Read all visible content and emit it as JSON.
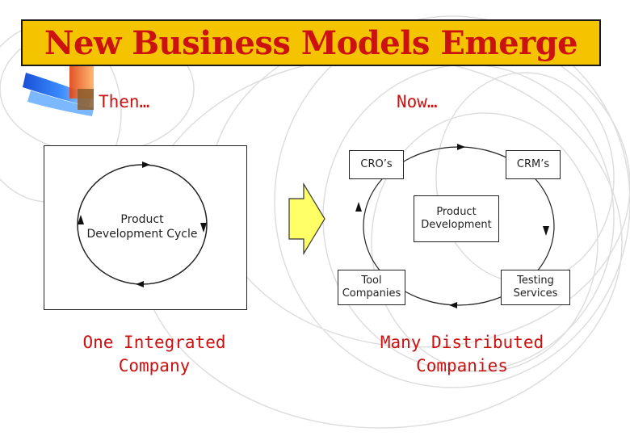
{
  "title": "New Business Models Emerge",
  "then": {
    "heading": "Then…",
    "center_label_line1": "Product",
    "center_label_line2": "Development Cycle",
    "caption_line1": "One Integrated",
    "caption_line2": "Company"
  },
  "now": {
    "heading": "Now…",
    "cros": "CRO’s",
    "crms": "CRM’s",
    "center_line1": "Product",
    "center_line2": "Development",
    "tool_line1": "Tool",
    "tool_line2": "Companies",
    "testing_line1": "Testing",
    "testing_line2": "Services",
    "caption_line1": "Many Distributed",
    "caption_line2": "Companies"
  },
  "colors": {
    "title_bar": "#f5c400",
    "title_text": "#cc1111",
    "accent_text": "#cc1111",
    "arrow_fill": "#ffff66",
    "decor_swirl": "#d9d9d9"
  },
  "icons": {
    "logo": "colorful-streak-logo",
    "transition": "right-arrow-icon"
  }
}
